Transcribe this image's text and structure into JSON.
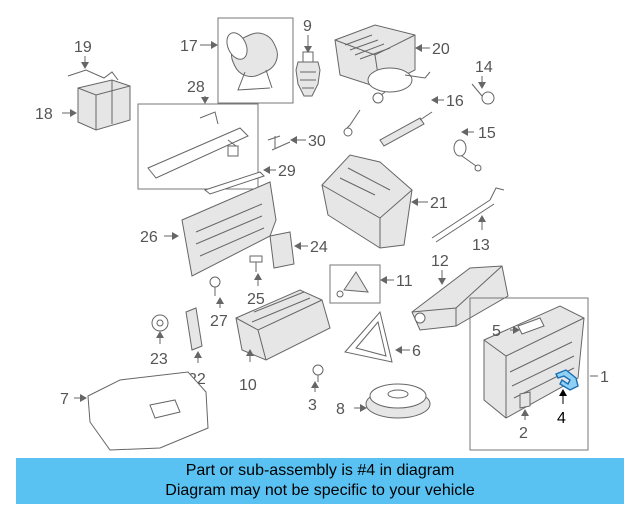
{
  "callouts": {
    "c1": "1",
    "c2": "2",
    "c3": "3",
    "c4": "4",
    "c5": "5",
    "c6": "6",
    "c7": "7",
    "c8": "8",
    "c9": "9",
    "c10": "10",
    "c11": "11",
    "c12": "12",
    "c13": "13",
    "c14": "14",
    "c15": "15",
    "c16": "16",
    "c17": "17",
    "c18": "18",
    "c19": "19",
    "c20": "20",
    "c21": "21",
    "c22": "22",
    "c23": "23",
    "c24": "24",
    "c25": "25",
    "c26": "26",
    "c27": "27",
    "c28": "28",
    "c29": "29",
    "c30": "30"
  },
  "highlighted_part": "4",
  "colors": {
    "highlight_fill": "#8fd0f5",
    "highlight_stroke": "#1a6fb3",
    "banner": "#59c2f3",
    "line": "#666666"
  },
  "banner": {
    "line1": "Part or sub-assembly is #4 in diagram",
    "line2": "Diagram may not be specific to your vehicle"
  }
}
